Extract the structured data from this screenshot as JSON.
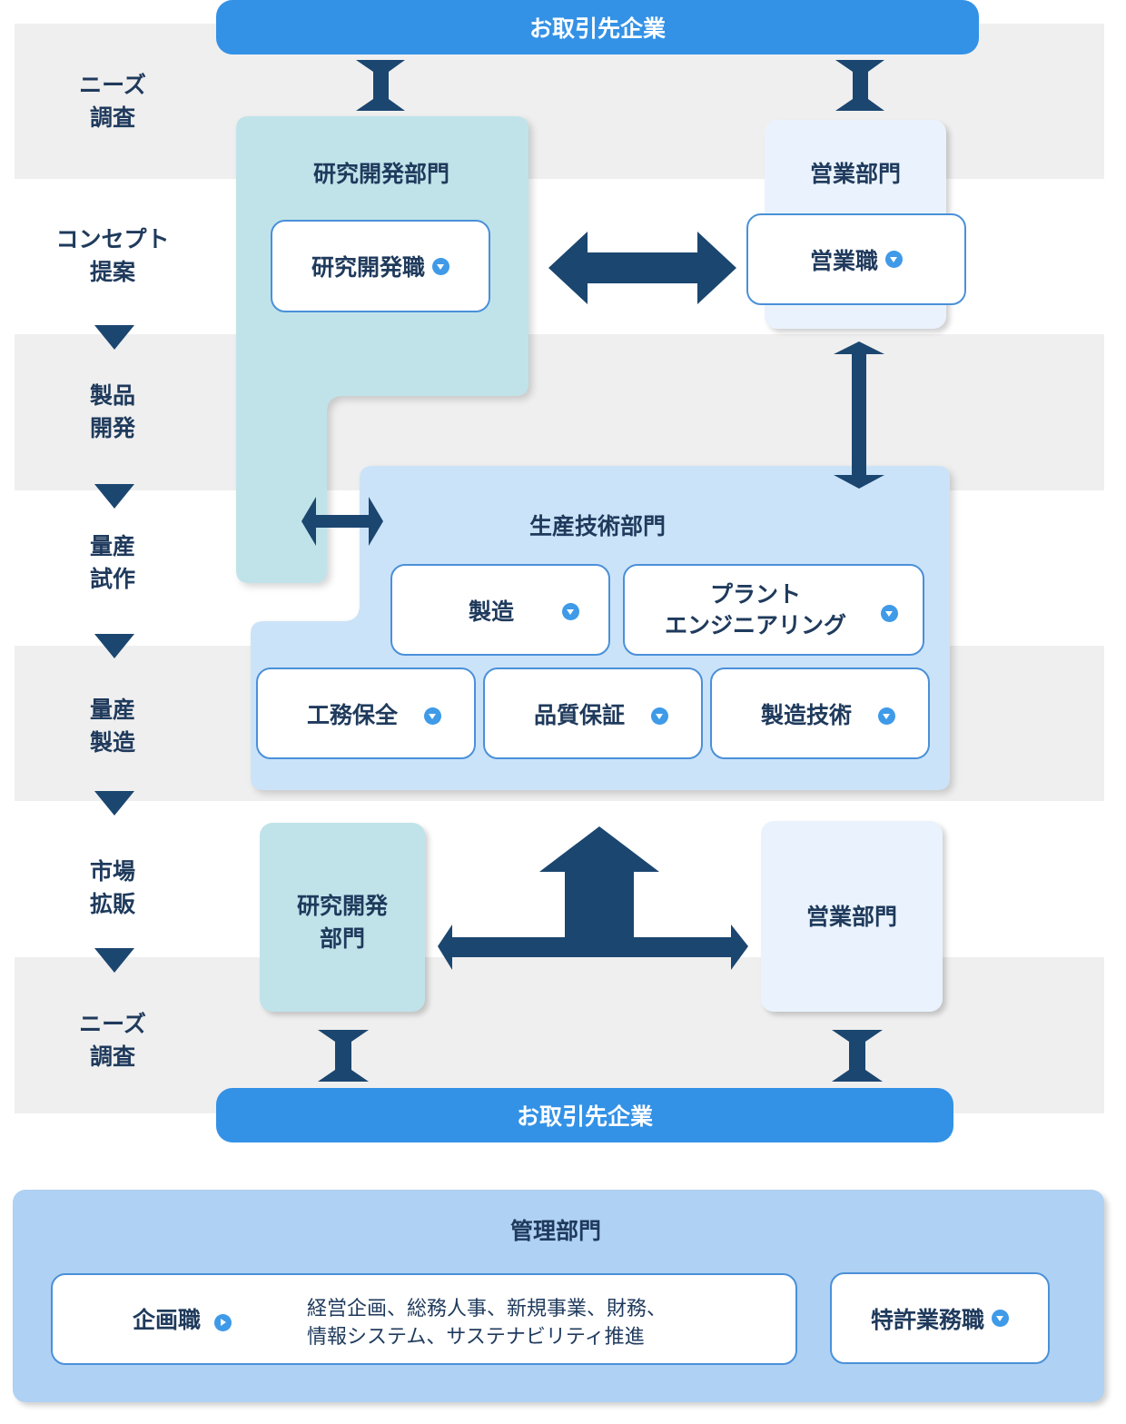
{
  "client_top": "お取引先企業",
  "client_bottom": "お取引先企業",
  "stages": [
    [
      "ニーズ",
      "調査"
    ],
    [
      "コンセプト",
      "提案"
    ],
    [
      "製品",
      "開発"
    ],
    [
      "量産",
      "試作"
    ],
    [
      "量産",
      "製造"
    ],
    [
      "市場",
      "拡販"
    ],
    [
      "ニーズ",
      "調査"
    ]
  ],
  "rd_top": {
    "title": "研究開発部門",
    "job": "研究開発職"
  },
  "sales_top": {
    "title": "営業部門",
    "job": "営業職"
  },
  "production": {
    "title": "生産技術部門",
    "jobs": [
      "製造",
      "工務保全",
      "品質保証",
      "製造技術"
    ],
    "plant_lines": [
      "プラント",
      "エンジニアリング"
    ]
  },
  "rd_bottom": {
    "lines": [
      "研究開発",
      "部門"
    ]
  },
  "sales_bottom": {
    "title": "営業部門"
  },
  "management": {
    "title": "管理部門",
    "planning_job": "企画職",
    "planning_desc": [
      "経営企画、総務人事、新規事業、財務、",
      "情報システム、サステナビリティ推進"
    ],
    "patent_job": "特許業務職"
  },
  "colors": {
    "client": "#3392e6",
    "arrow": "#1b4670",
    "rd": "#c0e3ea",
    "sales": "#eaf3fd",
    "production": "#cbe3f8",
    "management": "#afd1f3",
    "band": "#efefef"
  },
  "icons": {
    "job_link": "chevron-down-circle-icon",
    "planning_link": "chevron-right-circle-icon"
  }
}
